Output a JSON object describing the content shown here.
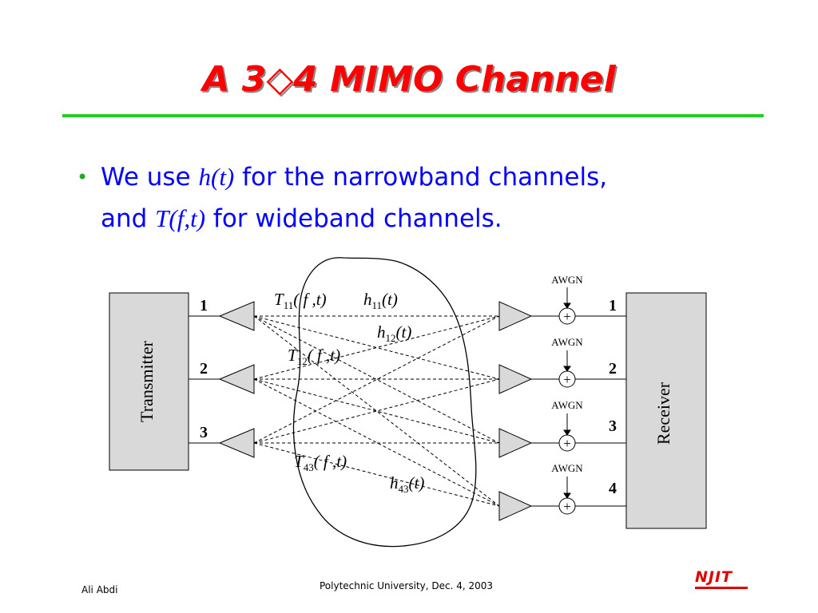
{
  "slide": {
    "title": "A 3◇4 MIMO Channel",
    "bullet_line1_prefix": "We use ",
    "bullet_line1_math": "h(t)",
    "bullet_line1_suffix": " for the narrowband channels,",
    "bullet_line2_prefix": "and ",
    "bullet_line2_math": "T(f,t)",
    "bullet_line2_suffix": " for wideband channels."
  },
  "diagram": {
    "transmitter_label": "Transmitter",
    "receiver_label": "Receiver",
    "tx_ports": [
      "1",
      "2",
      "3"
    ],
    "rx_ports": [
      "1",
      "2",
      "3",
      "4"
    ],
    "noise_label": "AWGN",
    "adder_symbol": "+",
    "labels": {
      "T11": {
        "base": "T",
        "sub": "11",
        "args": "( f ,t)"
      },
      "h11": {
        "base": "h",
        "sub": "11",
        "args": "(t)"
      },
      "h12": {
        "base": "h",
        "sub": "12",
        "args": "(t)"
      },
      "T12": {
        "base": "T",
        "sub": "12",
        "args": "( f ,t)"
      },
      "T43": {
        "base": "T",
        "sub": "43",
        "args": "( f ,t)"
      },
      "h43": {
        "base": "h",
        "sub": "43",
        "args": "(t)"
      }
    }
  },
  "footer": {
    "author": "Ali Abdi",
    "venue": "Polytechnic University, Dec. 4, 2003",
    "logo_text": "NJIT"
  },
  "colors": {
    "title": "#ff0000",
    "rule": "#22cc22",
    "bullet_text": "#0000ff",
    "block_fill": "#d9d9d9",
    "antenna_fill": "#d9d9d9"
  }
}
